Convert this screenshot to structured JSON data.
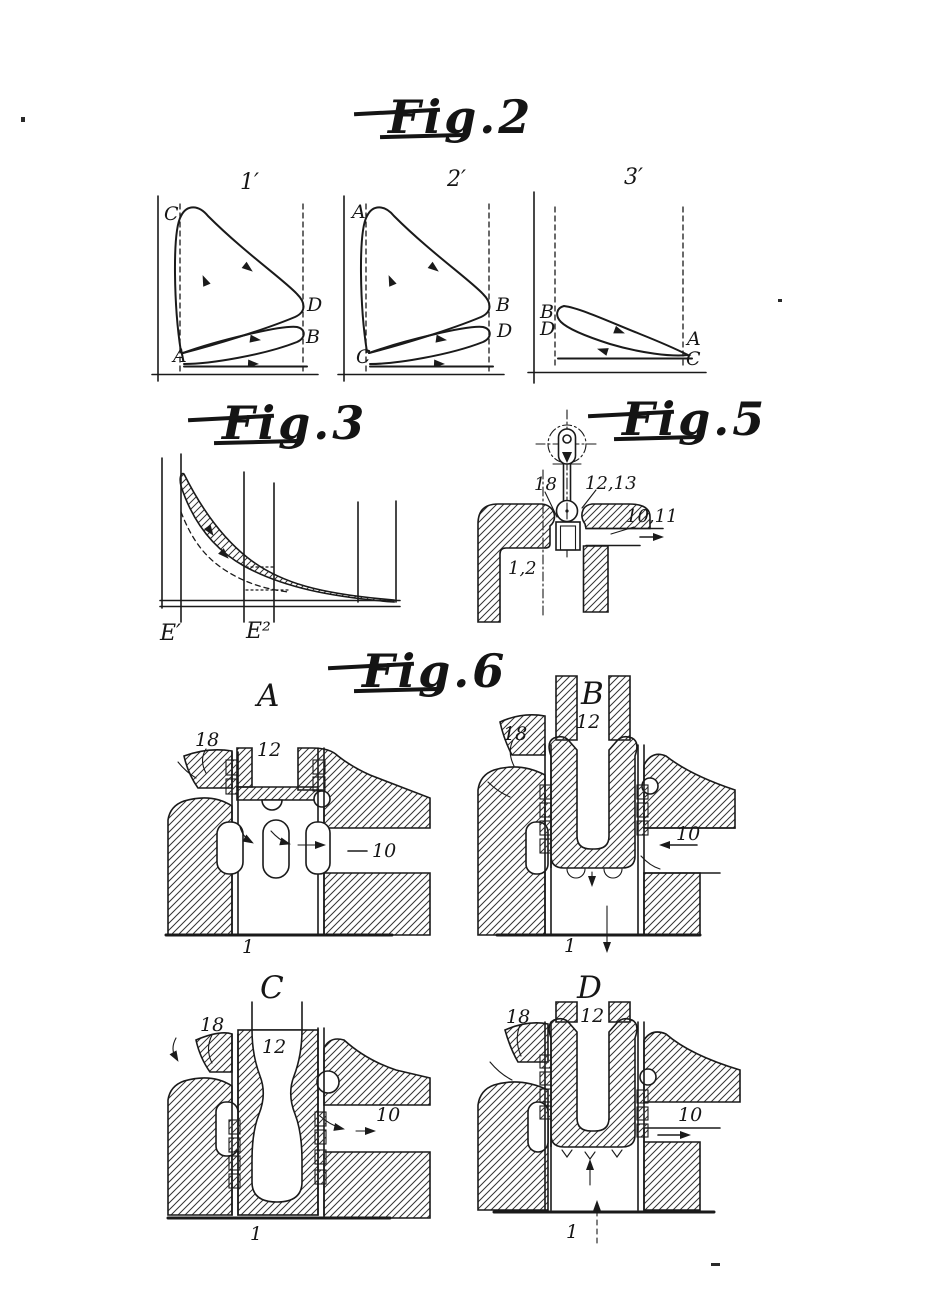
{
  "page": {
    "background": "#ffffff",
    "ink": "#1a1a1a"
  },
  "figures": {
    "fig2": {
      "title": "Fig.2",
      "diagrams": [
        {
          "name": "1′",
          "p_top_left": "C",
          "p_bottom_left": "A",
          "p_right_upper": "D",
          "p_right_lower": "B"
        },
        {
          "name": "2′",
          "p_top_left": "A",
          "p_bottom_left": "C",
          "p_right_upper": "B",
          "p_right_lower": "D"
        },
        {
          "name": "3′",
          "p_left_upper": "B",
          "p_left_lower": "D",
          "p_right_upper": "A",
          "p_right_lower": "C"
        }
      ]
    },
    "fig3": {
      "title": "Fig.3",
      "labels": {
        "extent_left": "E′",
        "extent_mid": "E²"
      }
    },
    "fig5": {
      "title": "Fig.5",
      "labels": {
        "valve_guide": "18",
        "valve_pair": "12,13",
        "port_pair": "10,11",
        "cylinder": "1,2"
      }
    },
    "fig6": {
      "title": "Fig.6",
      "panels": [
        {
          "letter": "A",
          "labels": {
            "passage": "18",
            "sleeve": "12",
            "port": "10",
            "cylinder": "1"
          }
        },
        {
          "letter": "B",
          "labels": {
            "passage": "18",
            "sleeve": "12",
            "port": "10",
            "cylinder": "1"
          }
        },
        {
          "letter": "C",
          "labels": {
            "passage": "18",
            "sleeve": "12",
            "port": "10",
            "cylinder": "1"
          }
        },
        {
          "letter": "D",
          "labels": {
            "passage": "18",
            "sleeve": "12",
            "port": "10",
            "cylinder": "1"
          }
        }
      ]
    }
  }
}
